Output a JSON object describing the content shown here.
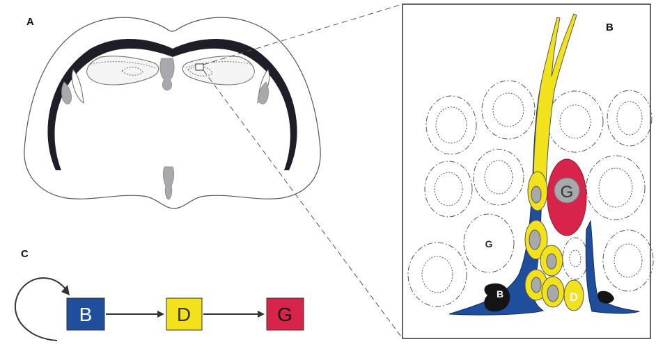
{
  "panels": {
    "a": {
      "label": "A"
    },
    "b": {
      "label": "B"
    },
    "c": {
      "label": "C"
    }
  },
  "cells": {
    "granule_label": "G",
    "granule_left_label": "G",
    "basal_label": "B",
    "daughter_label": "D"
  },
  "lineage": {
    "boxes": [
      {
        "label": "B",
        "fill": "#1f4f9c",
        "text_color": "#ffffff"
      },
      {
        "label": "D",
        "fill": "#f2e21c",
        "text_color": "#333333"
      },
      {
        "label": "G",
        "fill": "#d8244a",
        "text_color": "#111111"
      }
    ]
  },
  "colors": {
    "basal_blue": "#1f4f9c",
    "daughter_yellow": "#f2e21c",
    "granule_red": "#d8244a",
    "nucleus_grey": "#a7a9ac",
    "outline": "#222222"
  }
}
